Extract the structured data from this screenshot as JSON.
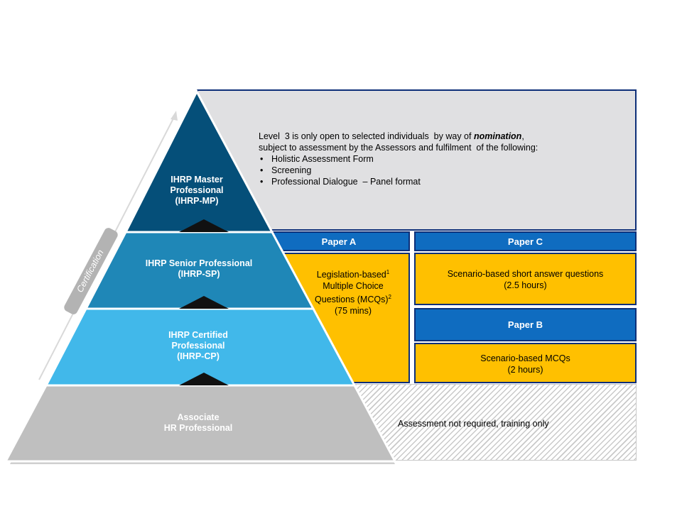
{
  "colors": {
    "master": "#054F79",
    "senior": "#1F87B7",
    "certified": "#41B8EA",
    "associate": "#BFBFBF",
    "paper_header": "#0F6CC0",
    "paper_body": "#FFC000",
    "border": "#0D2F78",
    "grey_panel": "#E0E0E2"
  },
  "certification_label": "Certification",
  "tiers": {
    "master": [
      "IHRP Master",
      "Professional",
      "(IHRP-MP)"
    ],
    "senior": [
      "IHRP  Senior Professional",
      "(IHRP-SP)"
    ],
    "certified": [
      "IHRP Certified",
      "Professional",
      "(IHRP-CP)"
    ],
    "associate": [
      "Associate",
      "HR Professional"
    ]
  },
  "nomination": {
    "intro_before": "Level  3 is only open to selected individuals  by way of ",
    "intro_emphasis": "nomination",
    "intro_after": ",",
    "line2": "subject to assessment by the Assessors and fulfilment  of the following:",
    "items": [
      "Holistic Assessment Form",
      "Screening",
      "Professional Dialogue  – Panel format"
    ]
  },
  "paper_a": {
    "header": "Paper A",
    "line1": "Legislation-based",
    "line1_sup": "1",
    "line2": "Multiple Choice",
    "line3": "Questions (MCQs)",
    "line3_sup": "2",
    "line4": "(75 mins)"
  },
  "paper_c": {
    "header": "Paper C",
    "line1": "Scenario-based  short answer questions",
    "line2": "(2.5 hours)"
  },
  "paper_b": {
    "header": "Paper B",
    "line1": "Scenario-based  MCQs",
    "line2": "(2 hours)"
  },
  "associate_note": "Assessment not required,  training only"
}
